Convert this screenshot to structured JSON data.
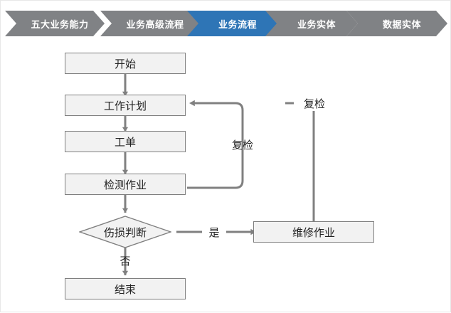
{
  "breadcrumb": {
    "items": [
      {
        "label": "五大业务能力",
        "active": false
      },
      {
        "label": "业务高级流程",
        "active": false
      },
      {
        "label": "业务流程",
        "active": true
      },
      {
        "label": "业务实体",
        "active": false
      },
      {
        "label": "数据实体",
        "active": false
      }
    ],
    "colors": {
      "inactive": "#808285",
      "active": "#2E75B6",
      "text": "#FFFFFF"
    }
  },
  "flowchart": {
    "colors": {
      "node_fill": "#F2F2F2",
      "node_border": "#7F7F7F",
      "connector": "#808080",
      "text": "#222222"
    },
    "nodes": [
      {
        "id": "start",
        "label": "开始",
        "shape": "rect"
      },
      {
        "id": "work_plan",
        "label": "工作计划",
        "shape": "rect"
      },
      {
        "id": "work_order",
        "label": "工单",
        "shape": "rect"
      },
      {
        "id": "inspection",
        "label": "检测作业",
        "shape": "rect"
      },
      {
        "id": "judgement",
        "label": "伤损判断",
        "shape": "diamond"
      },
      {
        "id": "repair",
        "label": "维修作业",
        "shape": "rect"
      },
      {
        "id": "end",
        "label": "结束",
        "shape": "rect"
      }
    ],
    "edge_labels": [
      {
        "id": "yes",
        "label": "是"
      },
      {
        "id": "no",
        "label": "否"
      },
      {
        "id": "recheck_in",
        "label": "复检"
      },
      {
        "id": "recheck_out",
        "label": "复检"
      }
    ]
  }
}
